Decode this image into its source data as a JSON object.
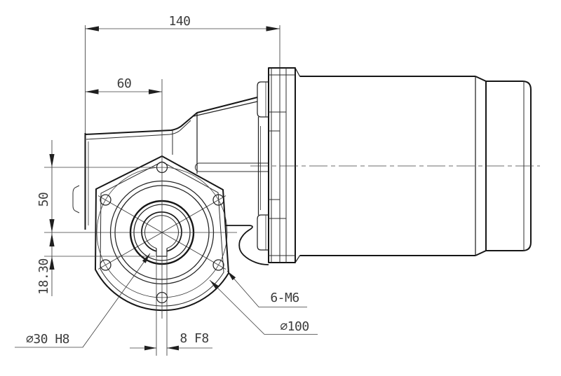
{
  "drawing": {
    "type": "engineering-drawing",
    "view": "gear-motor side elevation with output flange face",
    "dimensions": {
      "overall_length": "140",
      "face_to_axis": "60",
      "axis_to_top_hole": "50",
      "keyway_depth": "18.30",
      "bore": "⌀30 H8",
      "keyway_width": "8 F8",
      "mounting_holes": "6-M6",
      "bolt_circle": "⌀100"
    },
    "colors": {
      "line": "#161616",
      "thin_line": "#3c3c3c",
      "text": "#3c3c3c",
      "background": "#ffffff"
    }
  }
}
